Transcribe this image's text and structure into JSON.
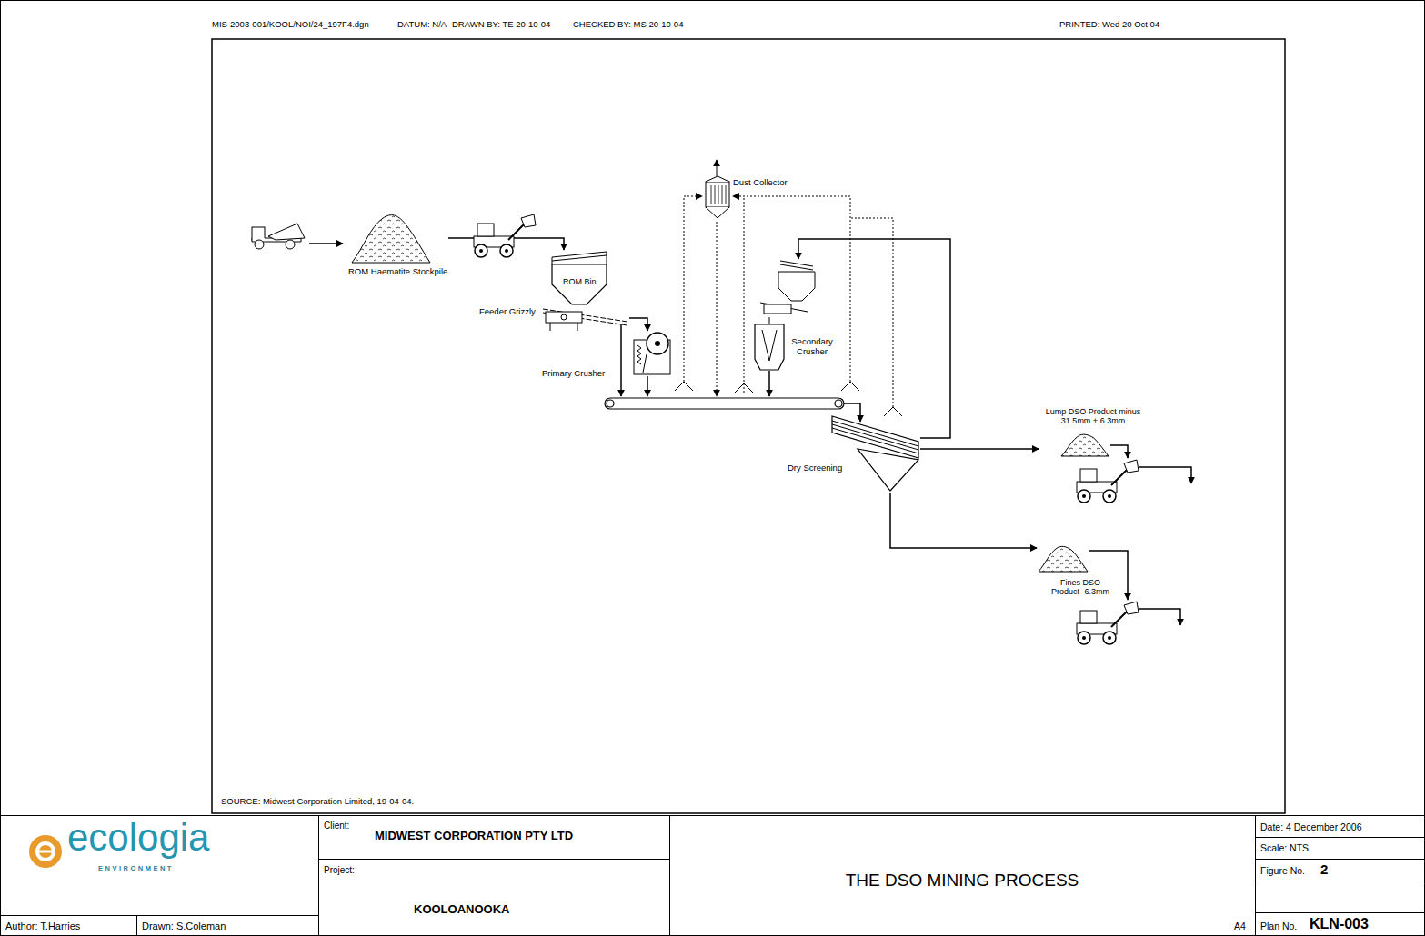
{
  "diagram": {
    "title": "THE DSO MINING PROCESS",
    "nodes": [
      {
        "text": [
          "ROM Haematite Stockpile"
        ]
      },
      {
        "text": [
          "ROM Bin"
        ]
      },
      {
        "text": [
          "Feeder Grizzly"
        ]
      },
      {
        "text": [
          "Primary Crusher"
        ]
      },
      {
        "text": [
          "Dust Collector"
        ]
      },
      {
        "text": [
          "Secondary Crusher"
        ]
      },
      {
        "text": [
          "Dry Screening"
        ]
      },
      {
        "text": [
          "Lump DSO Product minus 31.5mm + 6.3mm"
        ]
      },
      {
        "text": [
          "Fines DSO Product -6.3mm"
        ]
      }
    ],
    "edges": [
      {
        "from": 0,
        "to": 1,
        "arrow": "to"
      },
      {
        "from": 2,
        "to": 3,
        "arrow": "to"
      },
      {
        "from": 6,
        "to": 5,
        "arrow": "to"
      },
      {
        "from": 6,
        "to": 7,
        "arrow": "to"
      },
      {
        "from": 6,
        "to": 8,
        "arrow": "to"
      }
    ],
    "labels": [
      "MIS-2003-001/KOOL/NOI/24_197F4.dgn",
      "DATUM: N/A",
      "DRAWN BY: TE 20-10-04",
      "CHECKED BY: MS 20-10-04",
      "PRINTED: Wed 20 Oct 04",
      "SOURCE: Midwest Corporation Limited, 19-04-04.",
      "ecologia",
      "ENVIRONMENT",
      "Client:",
      "MIDWEST CORPORATION PTY LTD",
      "Project:",
      "KOOLOANOOKA",
      "Date: 4 December 2006",
      "Scale: NTS",
      "Figure No.",
      "2",
      "A4",
      "Plan No.",
      "KLN-003",
      "Author: T.Harries",
      "Drawn: S.Coleman"
    ]
  }
}
